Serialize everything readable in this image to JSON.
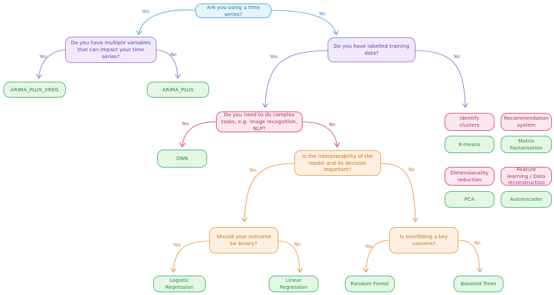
{
  "nodes": {
    "q_time_series": "Are you using a time series?",
    "q_multiple_vars": "Do you have multiple variables that can impact your time series?",
    "q_labelled": "Do you have labelled training data?",
    "arima_plus_xreg": "ARIMA_PLUS_XREG",
    "arima_plus": "ARIMA_PLUS",
    "q_complex": "Do you need to do complex tasks, e.g. image recognition, NLP?",
    "dnn": "DNN",
    "q_interpretability": "Is the interpretability of the model and its decision important?",
    "q_binary": "Should your outcome be binary?",
    "q_overfitting": "Is overfitting a key concern?",
    "logistic_regression": "Logistic Regression",
    "linear_regression": "Linear Regression",
    "random_forest": "Random Forest",
    "boosted_trees": "Boosted Trees",
    "identify_clusters": "Identify clusters",
    "recommendation_system": "Recommendation system",
    "k_means": "K-means",
    "matrix_factorisation": "Matrix Factorisation",
    "dimensionality_reduction": "Dimensionality reduction",
    "feature_learning": "Feature learning / Data reconstruction",
    "pca": "PCA",
    "autoencoder": "Autoencoder"
  },
  "edge_labels": {
    "yes": "Yes",
    "no": "No"
  },
  "colors": {
    "blue": "#5aaee0",
    "purple": "#9a86d8",
    "pink": "#d9558f",
    "orange": "#eea35a",
    "green": "#55ba6a"
  }
}
